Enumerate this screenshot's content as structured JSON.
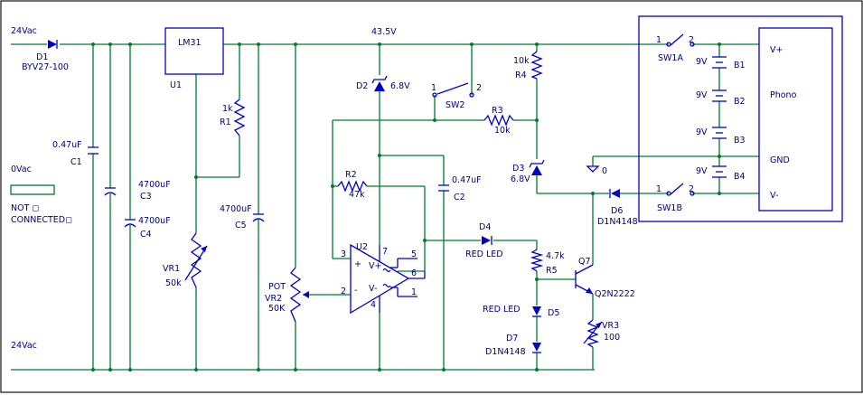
{
  "net_labels": {
    "ac_in_top": "24Vac",
    "ac_in_bottom": "24Vac",
    "zero_vac": "0Vac",
    "not_connected": "NOT ◻",
    "connected": "CONNECTED◻",
    "rail_voltage": "43.5V",
    "ground": "0"
  },
  "components": {
    "d1": {
      "ref": "D1",
      "value": "BYV27-100"
    },
    "c1": {
      "ref": "C1",
      "value": "0.47uF"
    },
    "c3": {
      "ref": "C3",
      "value": "4700uF"
    },
    "c4": {
      "ref": "C4",
      "value": "4700uF"
    },
    "c5": {
      "ref": "C5",
      "value": "4700uF"
    },
    "u1": {
      "ref": "U1",
      "value": "LM31"
    },
    "r1": {
      "ref": "R1",
      "value": "1k"
    },
    "vr1": {
      "ref": "VR1",
      "value": "50k"
    },
    "vr2": {
      "ref": "VR2",
      "value": "50K",
      "name": "POT"
    },
    "d2": {
      "ref": "D2",
      "value": "6.8V"
    },
    "sw2": {
      "ref": "SW2",
      "pin1": "1",
      "pin2": "2"
    },
    "r2": {
      "ref": "R2",
      "value": "47k"
    },
    "r3": {
      "ref": "R3",
      "value": "10k"
    },
    "r4": {
      "ref": "R4",
      "value": "10k"
    },
    "d3": {
      "ref": "D3",
      "value": "6.8V"
    },
    "c2": {
      "ref": "C2",
      "value": "0.47uF"
    },
    "u2": {
      "ref": "U2",
      "pins": [
        "3",
        "2",
        "7",
        "4",
        "5",
        "6",
        "1"
      ],
      "plus": "+",
      "minus": "-",
      "vplus": "V+",
      "vminus": "V-"
    },
    "d4": {
      "ref": "D4",
      "value": "RED LED"
    },
    "r5": {
      "ref": "R5",
      "value": "4.7k"
    },
    "d5": {
      "ref": "D5",
      "value": "RED LED"
    },
    "d7": {
      "ref": "D7",
      "value": "D1N4148"
    },
    "q7": {
      "ref": "Q7",
      "value": "Q2N2222"
    },
    "vr3": {
      "ref": "VR3",
      "value": "100"
    },
    "d6": {
      "ref": "D6",
      "value": "D1N4148"
    },
    "sw1a": {
      "ref": "SW1A",
      "pin1": "1",
      "pin2": "2"
    },
    "sw1b": {
      "ref": "SW1B",
      "pin1": "1",
      "pin2": "2"
    },
    "batteries": [
      {
        "ref": "B1",
        "value": "9V"
      },
      {
        "ref": "B2",
        "value": "9V"
      },
      {
        "ref": "B3",
        "value": "9V"
      },
      {
        "ref": "B4",
        "value": "9V"
      }
    ],
    "phono": {
      "name": "Phono",
      "pin_vplus": "V+",
      "pin_gnd": "GND",
      "pin_vminus": "V-"
    }
  },
  "colors": {
    "wire": "#007a2e",
    "component": "#0000c8",
    "text": "#000080"
  }
}
